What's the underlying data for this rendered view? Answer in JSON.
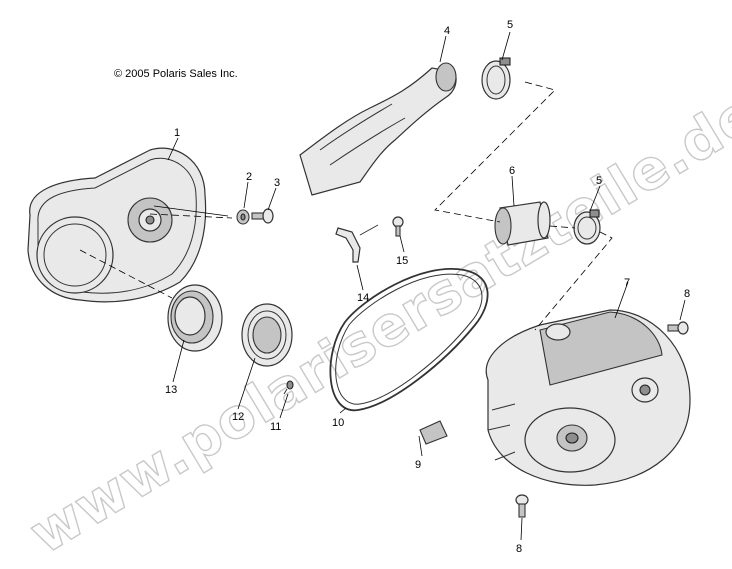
{
  "copyright": "© 2005 Polaris Sales Inc.",
  "watermark": "www.polarisersatzteile.de",
  "callouts": {
    "c1": "1",
    "c2": "2",
    "c3": "3",
    "c4": "4",
    "c5a": "5",
    "c5b": "5",
    "c6": "6",
    "c7": "7",
    "c8a": "8",
    "c8b": "8",
    "c9": "9",
    "c10": "10",
    "c11": "11",
    "c12": "12",
    "c13": "13",
    "c14": "14",
    "c15": "15"
  }
}
